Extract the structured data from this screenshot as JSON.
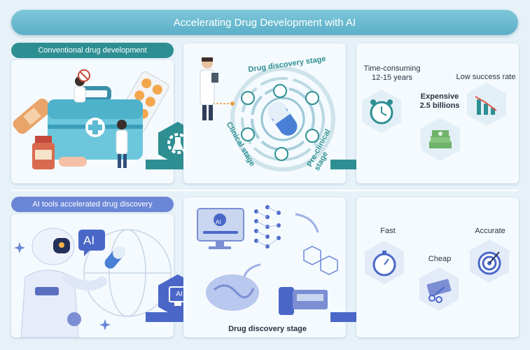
{
  "title": "Accelerating Drug Development with AI",
  "conventional": {
    "label": "Conventional drug development",
    "stages": {
      "discovery": "Drug discovery stage",
      "preclinical": "Pre-clinical stage",
      "clinical": "Clinical stage"
    },
    "outcomes": {
      "time": "Time-consuming",
      "time_years": "12-15 years",
      "cost": "Expensive",
      "cost_amount": "2.5 billions",
      "success": "Low success rate"
    }
  },
  "ai": {
    "label": "AI tools accelerated drug discovery",
    "robot_badge": "AI",
    "monitor_badge": "AI",
    "hex_badge": "AI",
    "stage": "Drug discovery stage",
    "outcomes": {
      "fast": "Fast",
      "cheap": "Cheap",
      "accurate": "Accurate"
    }
  },
  "colors": {
    "teal": "#2e8f93",
    "blue": "#6b86d6",
    "banner": "#6dbbd1"
  }
}
